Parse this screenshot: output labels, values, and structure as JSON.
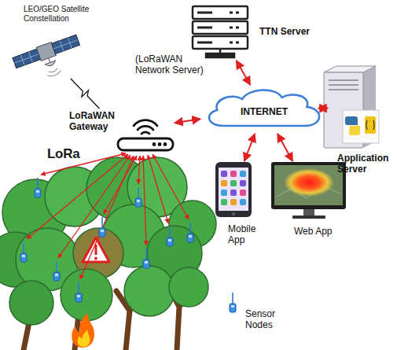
{
  "diagram": {
    "nodes": [
      {
        "text": [
          "LEO/GEO Satellite Constellation"
        ]
      },
      {
        "text": [
          "TTN Server",
          "(LoRaWAN Network Server)"
        ]
      },
      {
        "text": [
          "LoRaWAN Gateway"
        ]
      },
      {
        "text": [
          "INTERNET"
        ]
      },
      {
        "text": [
          "Application Server"
        ]
      },
      {
        "text": [
          "Mobile App"
        ]
      },
      {
        "text": [
          "Web App"
        ]
      },
      {
        "text": [
          "Sensor Nodes"
        ]
      }
    ],
    "edges": [
      {
        "from": 0,
        "to": 2,
        "arrow": "none"
      },
      {
        "from": 2,
        "to": 3,
        "arrow": "both"
      },
      {
        "from": 1,
        "to": 3,
        "arrow": "both"
      },
      {
        "from": 3,
        "to": 4,
        "arrow": "both"
      },
      {
        "from": 3,
        "to": 5,
        "arrow": "both"
      },
      {
        "from": 3,
        "to": 6,
        "arrow": "both"
      }
    ],
    "labels": [
      "LoRa"
    ]
  }
}
